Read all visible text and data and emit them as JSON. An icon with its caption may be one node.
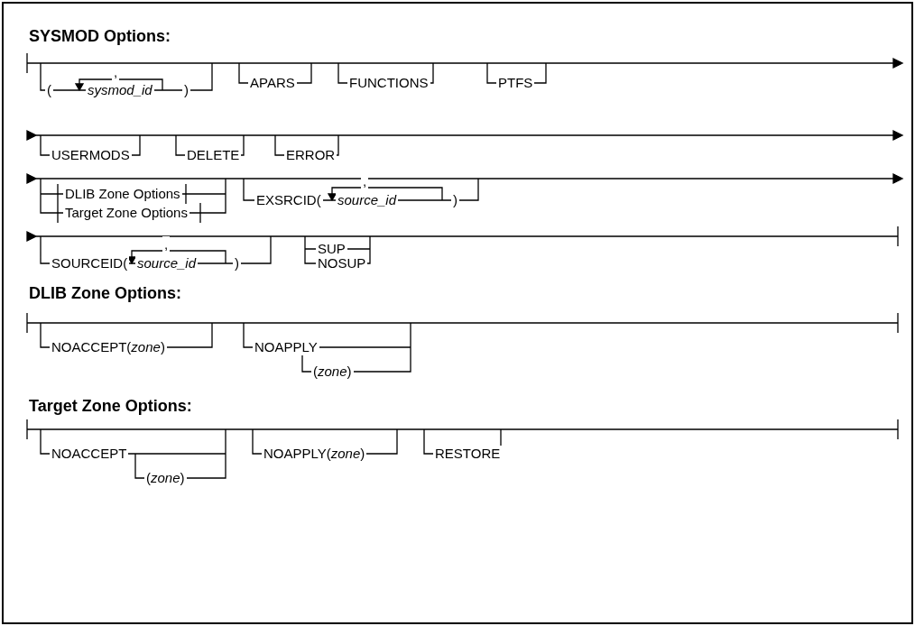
{
  "diagram": {
    "labels": [
      "SYSMOD Options:",
      ",",
      "(",
      "sysmod_id",
      ")",
      "APARS",
      "FUNCTIONS",
      "PTFS",
      "USERMODS",
      "DELETE",
      "ERROR",
      "DLIB Zone Options",
      "Target Zone Options",
      "EXSRCID(",
      ",",
      "source_id",
      ")",
      "SOURCEID(",
      ",",
      "source_id",
      ")",
      "SUP",
      "NOSUP",
      "DLIB Zone Options:",
      "NOACCEPT(*zone*)",
      "NOAPPLY",
      "(*zone*)",
      "Target Zone Options:",
      "NOACCEPT",
      "(*zone*)",
      "NOAPPLY(*zone*)",
      "RESTORE"
    ]
  }
}
